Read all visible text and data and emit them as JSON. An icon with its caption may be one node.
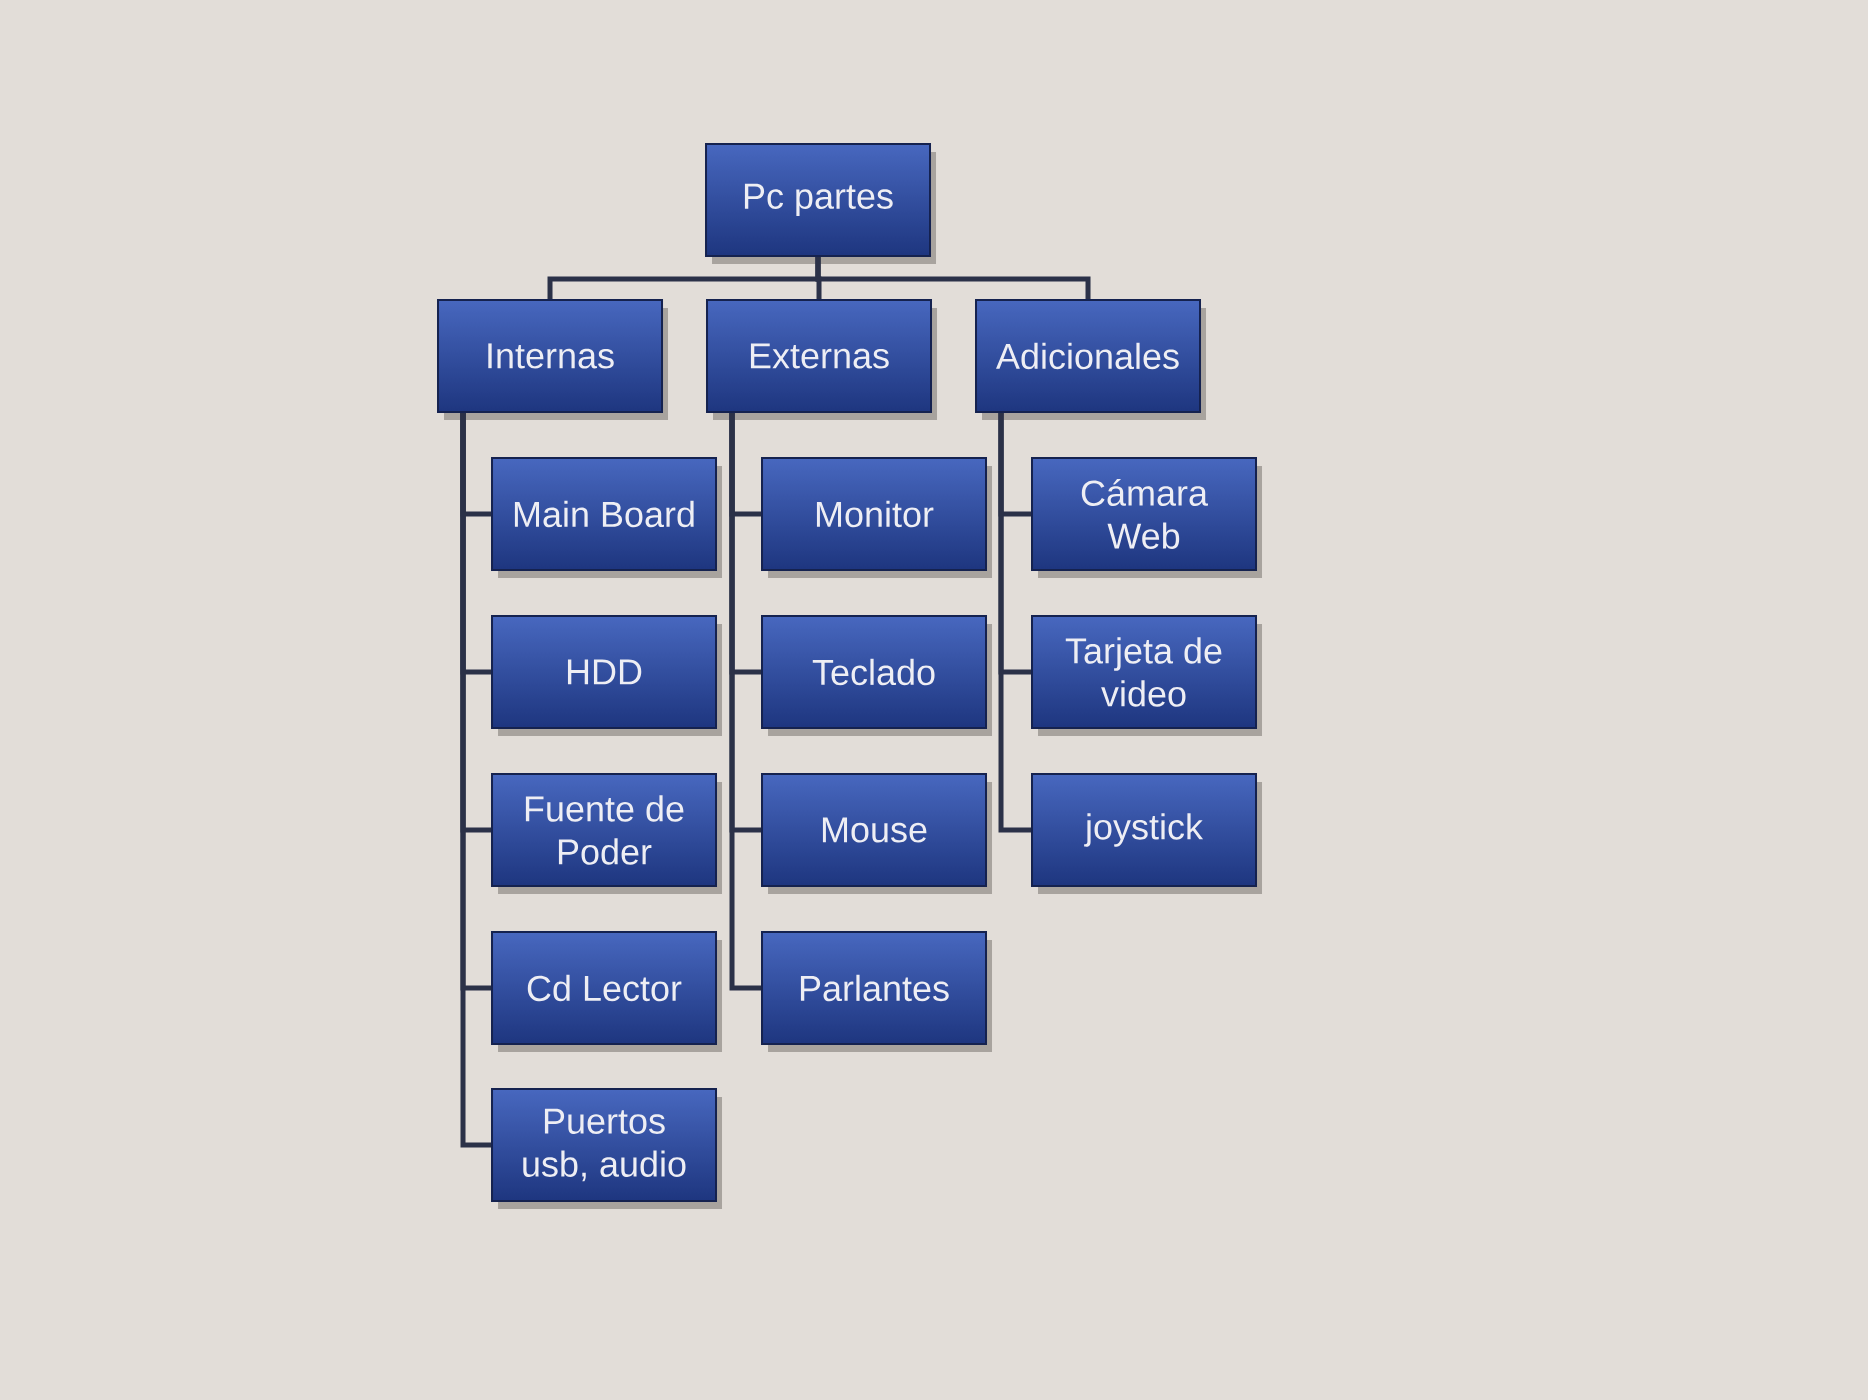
{
  "diagram": {
    "nodes": [
      {
        "text": [
          "Pc partes"
        ]
      },
      {
        "text": [
          "Internas"
        ]
      },
      {
        "text": [
          "Externas"
        ]
      },
      {
        "text": [
          "Adicionales"
        ]
      },
      {
        "text": [
          "Main Board"
        ]
      },
      {
        "text": [
          "HDD"
        ]
      },
      {
        "text": [
          "Fuente de Poder"
        ]
      },
      {
        "text": [
          "Cd Lector"
        ]
      },
      {
        "text": [
          "Puertos usb, audio"
        ]
      },
      {
        "text": [
          "Monitor"
        ]
      },
      {
        "text": [
          "Teclado"
        ]
      },
      {
        "text": [
          "Mouse"
        ]
      },
      {
        "text": [
          "Parlantes"
        ]
      },
      {
        "text": [
          "Cámara Web"
        ]
      },
      {
        "text": [
          "Tarjeta de video"
        ]
      },
      {
        "text": [
          "joystick"
        ]
      }
    ],
    "edges": [
      {
        "from": 0,
        "to": 1,
        "arrow": "none"
      },
      {
        "from": 0,
        "to": 2,
        "arrow": "none"
      },
      {
        "from": 0,
        "to": 3,
        "arrow": "none"
      },
      {
        "from": 1,
        "to": 4,
        "arrow": "none"
      },
      {
        "from": 1,
        "to": 5,
        "arrow": "none"
      },
      {
        "from": 1,
        "to": 6,
        "arrow": "none"
      },
      {
        "from": 1,
        "to": 7,
        "arrow": "none"
      },
      {
        "from": 1,
        "to": 8,
        "arrow": "none"
      },
      {
        "from": 2,
        "to": 9,
        "arrow": "none"
      },
      {
        "from": 2,
        "to": 10,
        "arrow": "none"
      },
      {
        "from": 2,
        "to": 11,
        "arrow": "none"
      },
      {
        "from": 2,
        "to": 12,
        "arrow": "none"
      },
      {
        "from": 3,
        "to": 13,
        "arrow": "none"
      },
      {
        "from": 3,
        "to": 14,
        "arrow": "none"
      },
      {
        "from": 3,
        "to": 15,
        "arrow": "none"
      }
    ]
  }
}
